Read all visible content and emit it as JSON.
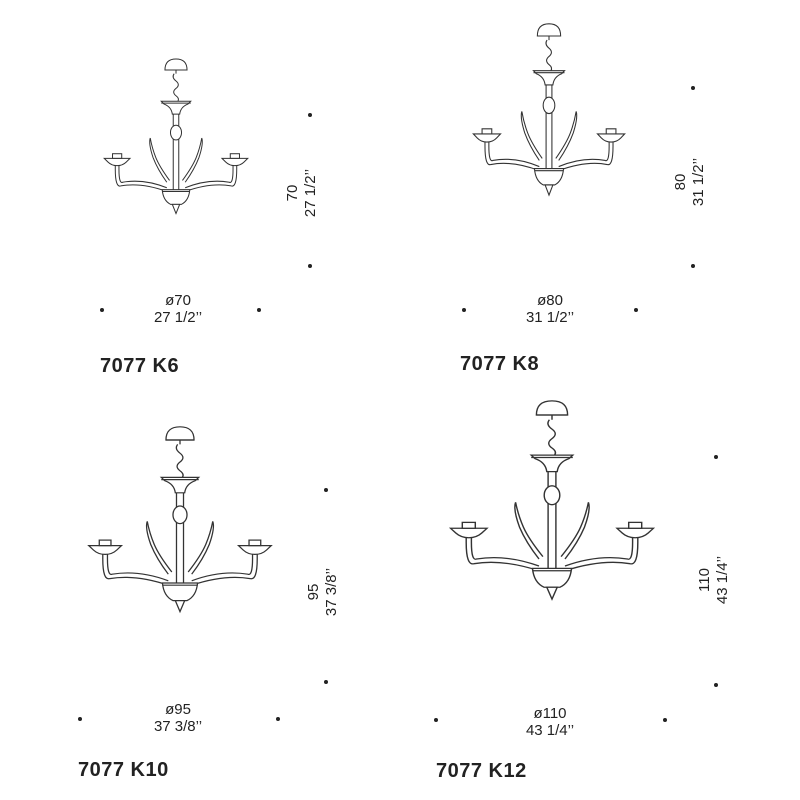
{
  "products": [
    {
      "code": "7077 K6",
      "diameter_cm": "ø70",
      "diameter_in": "27 1/2’’",
      "height_cm": "70",
      "height_in": "27 1/2’’"
    },
    {
      "code": "7077 K8",
      "diameter_cm": "ø80",
      "diameter_in": "31 1/2’’",
      "height_cm": "80",
      "height_in": "31 1/2’’"
    },
    {
      "code": "7077 K10",
      "diameter_cm": "ø95",
      "diameter_in": "37 3/8’’",
      "height_cm": "95",
      "height_in": "37 3/8’’"
    },
    {
      "code": "7077 K12",
      "diameter_cm": "ø110",
      "diameter_in": "43 1/4’’",
      "height_cm": "110",
      "height_in": "43 1/4’’"
    }
  ]
}
